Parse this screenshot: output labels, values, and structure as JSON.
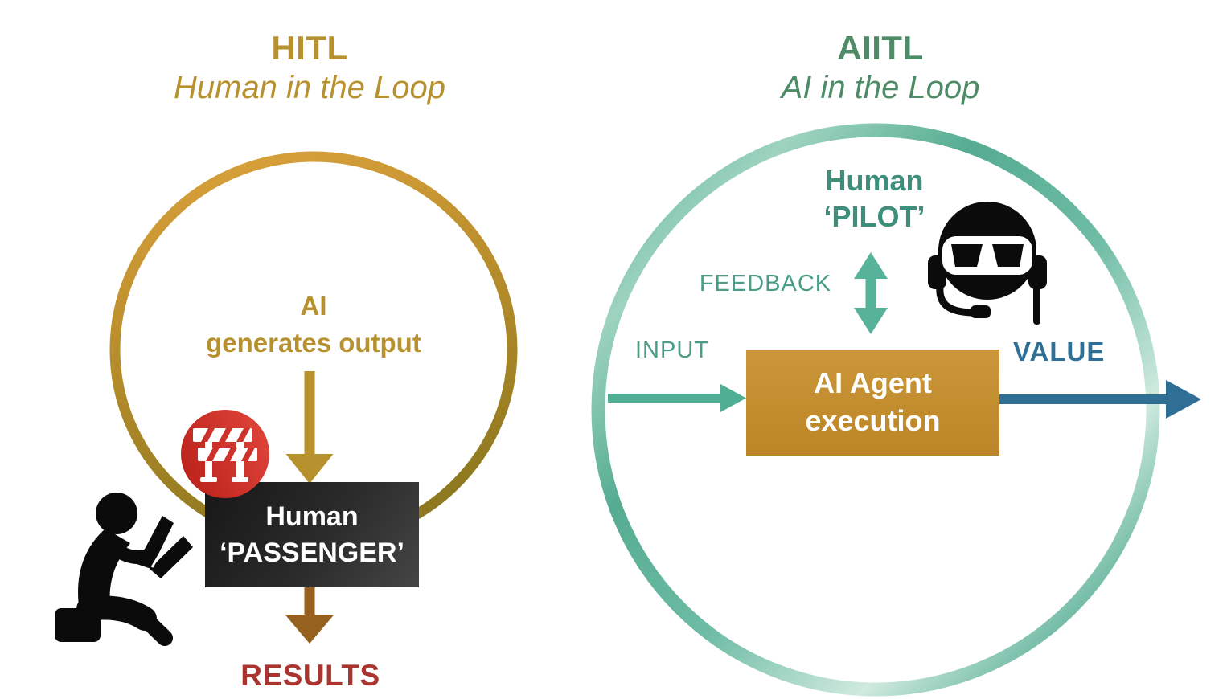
{
  "hitl": {
    "title": "HITL",
    "subtitle": "Human in the Loop",
    "loop_text": {
      "line1": "AI",
      "line2": "generates output"
    },
    "human_box": {
      "line1": "Human",
      "line2": "‘PASSENGER’"
    },
    "results_label": "RESULTS",
    "icons": {
      "barrier": "construction-barrier-icon",
      "reader": "person-reading-icon"
    },
    "colors": {
      "gold_text": "#B8912F",
      "ring_top": "#D9A13C",
      "ring_bottom": "#8F7920",
      "box_dark": "#2B2B2B",
      "badge_red": "#D0342B",
      "results_red": "#A93430",
      "arrow_brown": "#96611E"
    }
  },
  "aiitl": {
    "title": "AIITL",
    "subtitle": "AI in the Loop",
    "pilot_label": {
      "line1": "Human",
      "line2": "‘PILOT’"
    },
    "feedback_label": "FEEDBACK",
    "input_label": "INPUT",
    "agent_box": {
      "line1": "AI Agent",
      "line2": "execution"
    },
    "value_label": "VALUE",
    "icons": {
      "pilot": "pilot-helmet-icon"
    },
    "colors": {
      "green_title": "#4E8B67",
      "teal_text": "#4C9D87",
      "teal_ring": "#57AE94",
      "teal_arrow": "#4FAE93",
      "value_blue": "#2F6F96",
      "agent_gold": "#C4902F"
    }
  }
}
